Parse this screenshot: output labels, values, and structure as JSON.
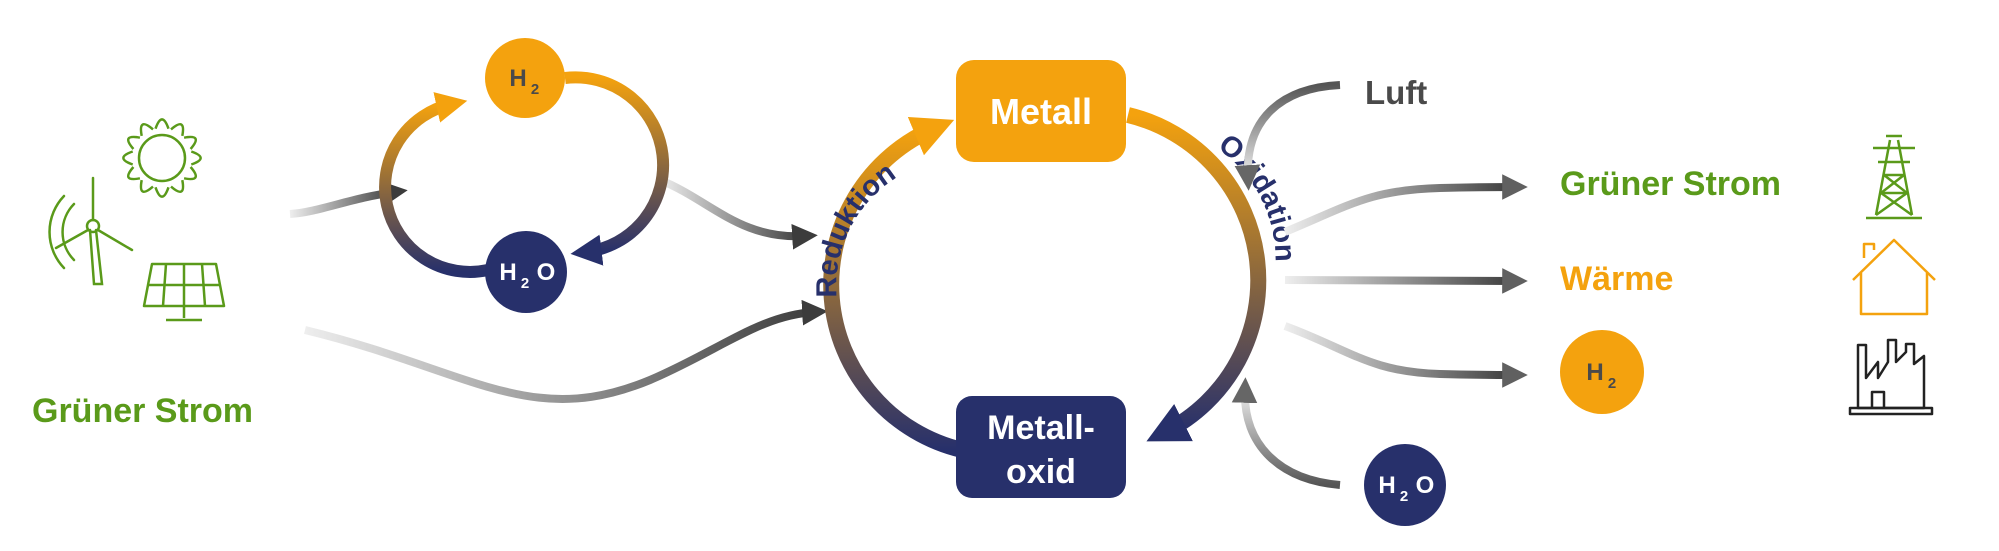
{
  "colors": {
    "green": "#5a9a1a",
    "orange": "#f4a20e",
    "navy": "#27306b",
    "dark_gray": "#3c3c3c",
    "light_gray": "#d8d8d8",
    "text_gray": "#4a4a4a",
    "white": "#ffffff"
  },
  "left": {
    "label": "Grüner Strom",
    "icons": [
      "sun-icon",
      "wind-turbine-icon",
      "solar-panel-icon"
    ]
  },
  "small_cycle": {
    "top": {
      "base": "H",
      "sub": "2"
    },
    "bottom": {
      "base": "H",
      "sub": "2",
      "tail": "O"
    }
  },
  "main_cycle": {
    "top": "Metall",
    "bottom_line1": "Metall-",
    "bottom_line2": "oxid",
    "left_arc": "Reduktion",
    "right_arc": "Oxidation"
  },
  "inputs": {
    "air": "Luft",
    "water": {
      "base": "H",
      "sub": "2",
      "tail": "O"
    }
  },
  "outputs": {
    "power": "Grüner Strom",
    "heat": "Wärme",
    "hydrogen": {
      "base": "H",
      "sub": "2"
    },
    "icons": [
      "power-tower-icon",
      "house-icon",
      "factory-icon"
    ]
  }
}
